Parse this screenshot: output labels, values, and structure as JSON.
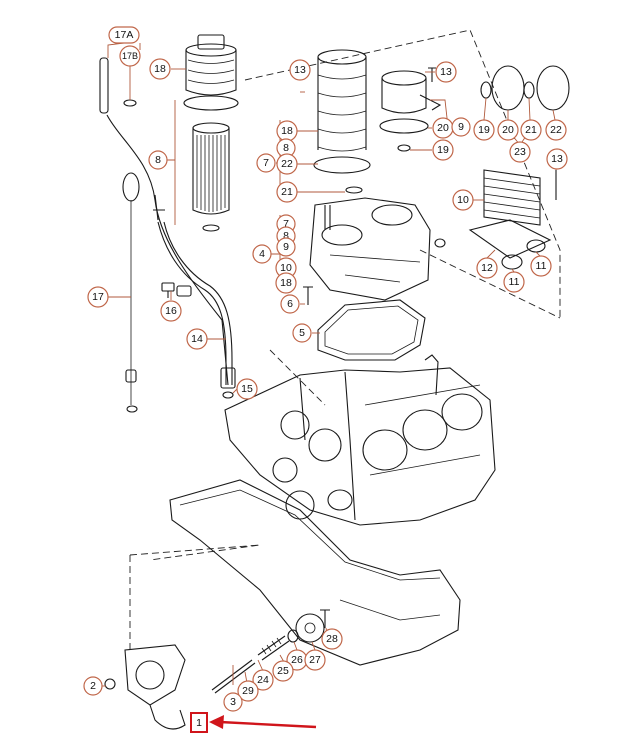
{
  "callouts": [
    {
      "id": "c-17a",
      "label": "17A"
    },
    {
      "id": "c-17b",
      "label": "17B"
    },
    {
      "id": "c-18a",
      "label": "18"
    },
    {
      "id": "c-8a",
      "label": "8"
    },
    {
      "id": "c-17",
      "label": "17"
    },
    {
      "id": "c-16",
      "label": "16"
    },
    {
      "id": "c-14",
      "label": "14"
    },
    {
      "id": "c-15",
      "label": "15"
    },
    {
      "id": "c-13a",
      "label": "13"
    },
    {
      "id": "c-13b",
      "label": "13"
    },
    {
      "id": "c-18b",
      "label": "18"
    },
    {
      "id": "c-7a",
      "label": "7"
    },
    {
      "id": "c-8b",
      "label": "8"
    },
    {
      "id": "c-22a",
      "label": "22"
    },
    {
      "id": "c-21a",
      "label": "21"
    },
    {
      "id": "c-7b",
      "label": "7"
    },
    {
      "id": "c-8c",
      "label": "8"
    },
    {
      "id": "c-9a",
      "label": "9"
    },
    {
      "id": "c-4",
      "label": "4"
    },
    {
      "id": "c-10a",
      "label": "10"
    },
    {
      "id": "c-18c",
      "label": "18"
    },
    {
      "id": "c-6",
      "label": "6"
    },
    {
      "id": "c-5",
      "label": "5"
    },
    {
      "id": "c-20a",
      "label": "20"
    },
    {
      "id": "c-9b",
      "label": "9"
    },
    {
      "id": "c-19a",
      "label": "19"
    },
    {
      "id": "c-19b",
      "label": "19"
    },
    {
      "id": "c-20b",
      "label": "20"
    },
    {
      "id": "c-21b",
      "label": "21"
    },
    {
      "id": "c-22b",
      "label": "22"
    },
    {
      "id": "c-23",
      "label": "23"
    },
    {
      "id": "c-13c",
      "label": "13"
    },
    {
      "id": "c-10b",
      "label": "10"
    },
    {
      "id": "c-12",
      "label": "12"
    },
    {
      "id": "c-11a",
      "label": "11"
    },
    {
      "id": "c-11b",
      "label": "11"
    },
    {
      "id": "c-28",
      "label": "28"
    },
    {
      "id": "c-26",
      "label": "26"
    },
    {
      "id": "c-27",
      "label": "27"
    },
    {
      "id": "c-25",
      "label": "25"
    },
    {
      "id": "c-24",
      "label": "24"
    },
    {
      "id": "c-29",
      "label": "29"
    },
    {
      "id": "c-3",
      "label": "3"
    },
    {
      "id": "c-2",
      "label": "2"
    },
    {
      "id": "c-1",
      "label": "1"
    }
  ],
  "highlight": {
    "label": "1",
    "color": "#d0151b"
  }
}
